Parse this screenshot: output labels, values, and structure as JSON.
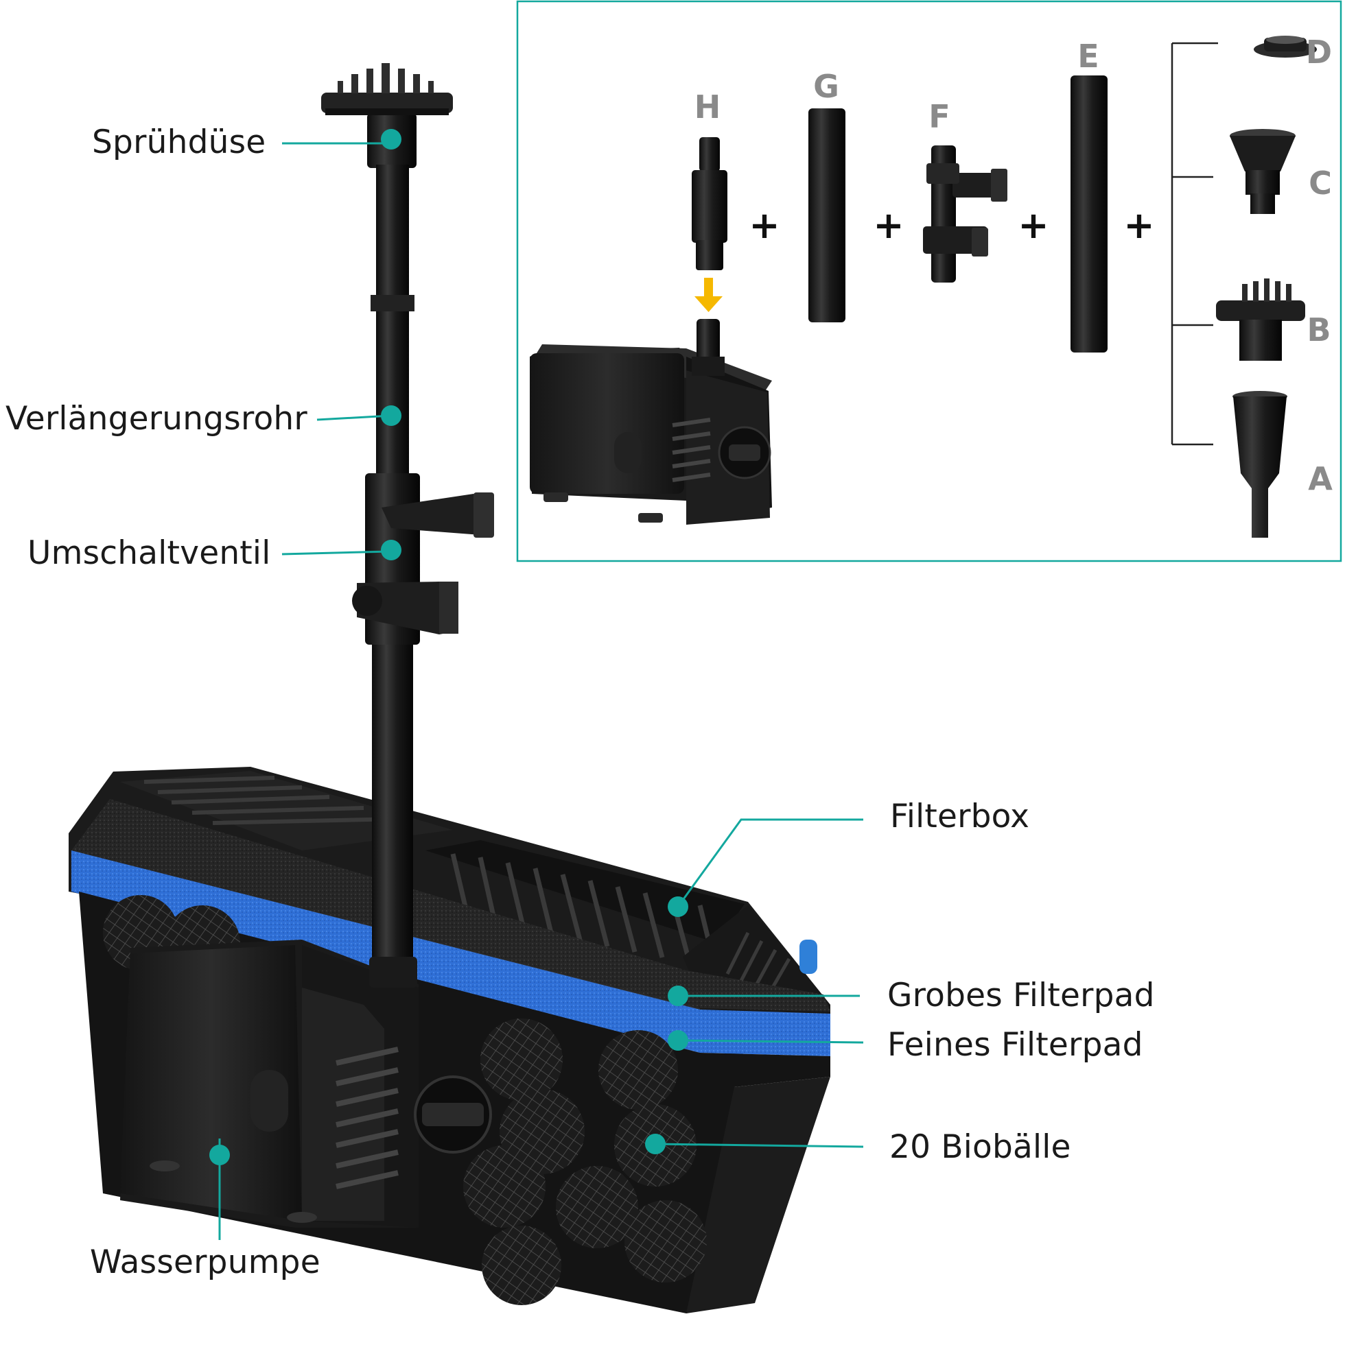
{
  "colors": {
    "accent": "#13a89e",
    "pad_blue": "#2f6fd6",
    "arrow_yellow": "#f5b800",
    "body_black": "#1b1b1b"
  },
  "labels": {
    "spray_nozzle": "Sprühdüse",
    "extension_pipe": "Verlängerungsrohr",
    "diverter_valve": "Umschaltventil",
    "water_pump": "Wasserpumpe",
    "filter_box": "Filterbox",
    "coarse_pad": "Grobes Filterpad",
    "fine_pad": "Feines Filterpad",
    "bio_balls": "20 Biobälle"
  },
  "inset": {
    "parts": [
      "H",
      "G",
      "F",
      "E",
      "D",
      "C",
      "B",
      "A"
    ],
    "plus": "+"
  }
}
